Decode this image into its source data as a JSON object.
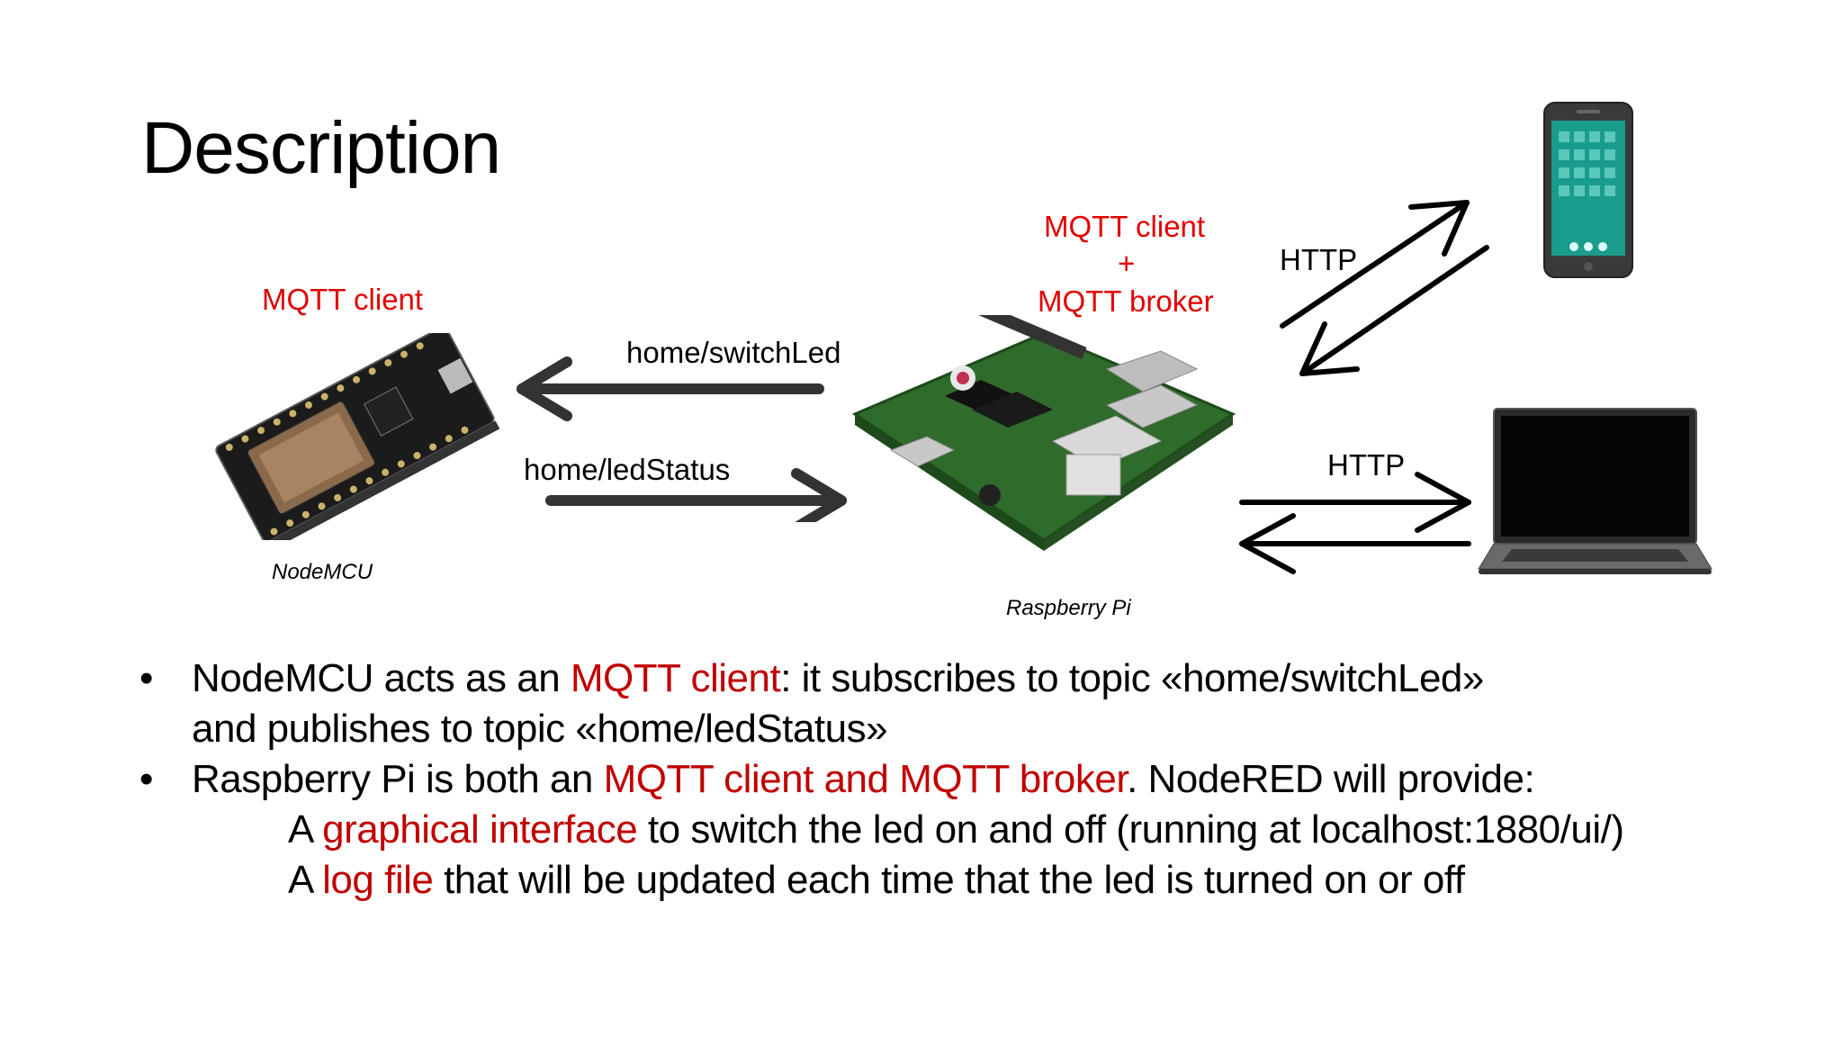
{
  "title": "Description",
  "nodemcu": {
    "role": "MQTT client",
    "caption": "NodeMCU"
  },
  "raspberry": {
    "role_line1": "MQTT client",
    "role_plus": "+",
    "role_line2": "MQTT broker",
    "caption": "Raspberry Pi"
  },
  "topics": {
    "switch": "home/switchLed",
    "status": "home/ledStatus"
  },
  "http_phone": "HTTP",
  "http_laptop": "HTTP",
  "bullets": [
    {
      "pre": "NodeMCU acts as an ",
      "hl": "MQTT client",
      "post": ": it subscribes to topic «home/switchLed»",
      "cont": "and publishes to topic «home/ledStatus»"
    },
    {
      "pre": "Raspberry Pi  is both an ",
      "hl": "MQTT client and MQTT broker",
      "post": ". NodeRED will provide:"
    }
  ],
  "sub_items": [
    {
      "pre": "A ",
      "hl": "graphical interface",
      "post": " to switch the led on and off (running at localhost:1880/ui/)"
    },
    {
      "pre": "A ",
      "hl": "log file",
      "post": " that will be updated each time that the led is turned on or off"
    }
  ],
  "colors": {
    "highlight": "#c00000",
    "role": "#e00000",
    "phone_screen": "#1a9c8c",
    "board_pcb": "#1f3a1f"
  }
}
